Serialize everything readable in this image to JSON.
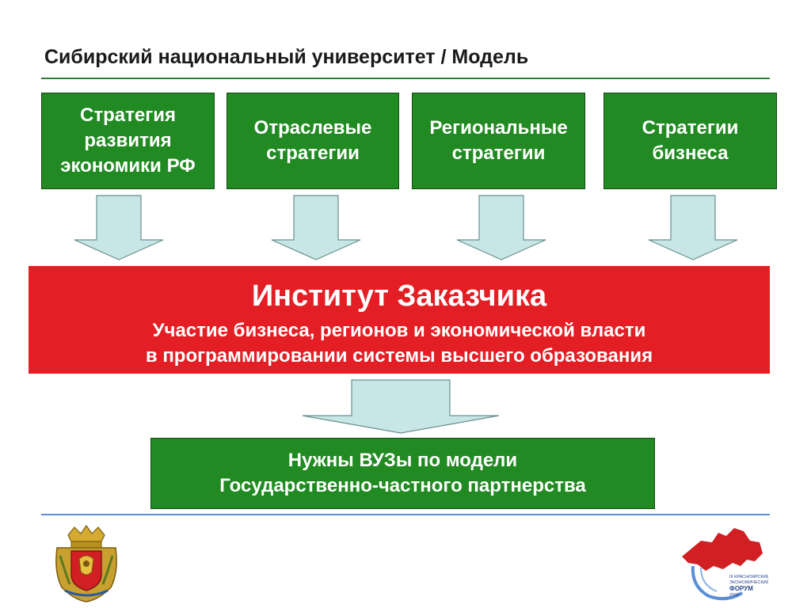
{
  "slide": {
    "title": "Сибирский национальный университет / Модель"
  },
  "sources": [
    {
      "line1": "Стратегия",
      "line2": "развития",
      "line3": "экономики РФ"
    },
    {
      "line1": "Отраслевые",
      "line2": "стратегии"
    },
    {
      "line1": "Региональные",
      "line2": "стратегии"
    },
    {
      "line1": "Стратегии",
      "line2": "бизнеса"
    }
  ],
  "institute": {
    "title": "Институт Заказчика",
    "subtitle_line1": "Участие бизнеса, регионов и экономической власти",
    "subtitle_line2": "в программировании системы высшего образования"
  },
  "conclusion": {
    "line1": "Нужны ВУЗы по модели",
    "line2": "Государственно-частного партнерства"
  },
  "forum_logo": {
    "line1": "III КРАСНОЯРСКИЙ",
    "line2": "ЭКОНОМИЧЕСКИЙ",
    "line3": "ФОРУМ",
    "line4": "2006"
  },
  "colors": {
    "green_box": "#218a22",
    "red_box": "#e31e24",
    "arrow_fill": "#c9e6e6"
  }
}
